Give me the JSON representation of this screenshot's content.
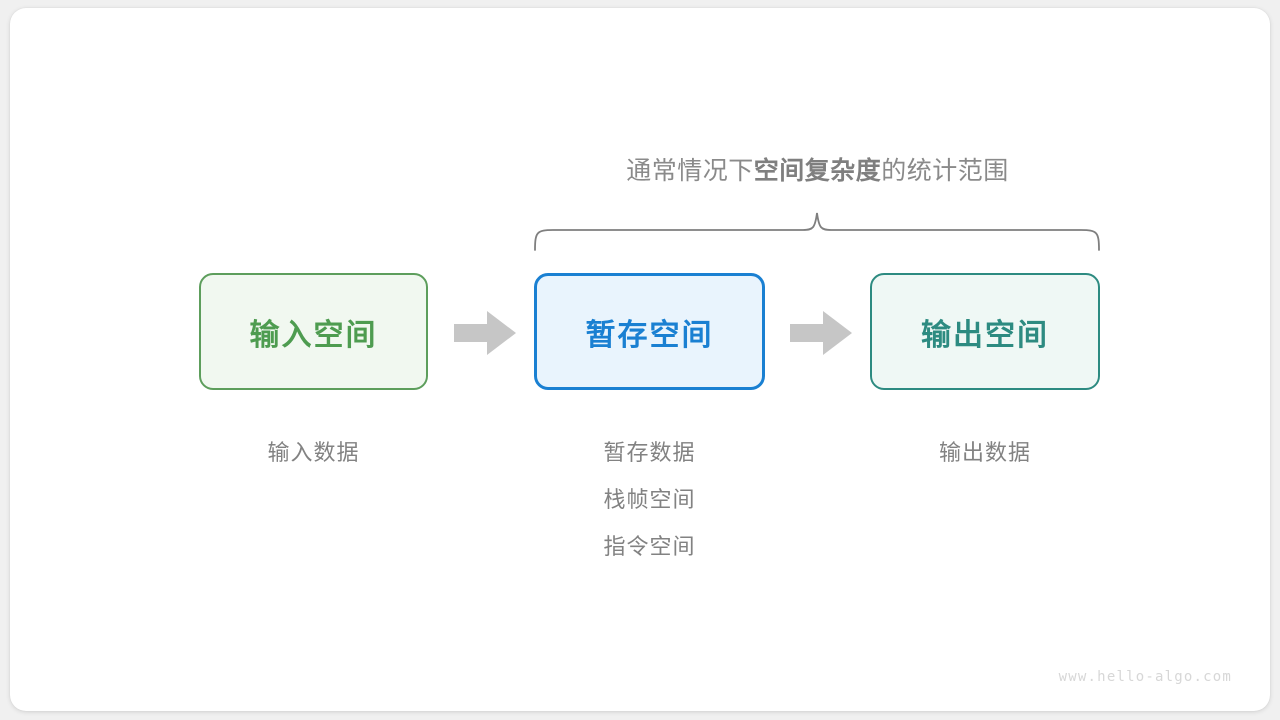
{
  "canvas": {
    "background": "#f0f0f0",
    "card_background": "#ffffff"
  },
  "scope": {
    "caption_prefix": "通常情况下",
    "caption_strong": "空间复杂度",
    "caption_suffix": "的统计范围",
    "brace_color": "#7f7f7f",
    "brace_covers": [
      "暂存空间",
      "输出空间"
    ]
  },
  "flow": {
    "boxes": [
      {
        "id": "input",
        "label": "输入空间",
        "border_color": "#5d9e5c",
        "fill_color": "#f1f8f0",
        "text_color": "#4e9c50"
      },
      {
        "id": "temp",
        "label": "暂存空间",
        "border_color": "#1a80d2",
        "fill_color": "#e9f4fd",
        "text_color": "#1a80d2"
      },
      {
        "id": "output",
        "label": "输出空间",
        "border_color": "#2d8b81",
        "fill_color": "#eff8f5",
        "text_color": "#2d8b81"
      }
    ],
    "arrows": [
      {
        "id": "arrow-1",
        "direction": "right",
        "color": "#c6c6c6"
      },
      {
        "id": "arrow-2",
        "direction": "right",
        "color": "#c6c6c6"
      }
    ],
    "captions": [
      {
        "id": "input",
        "lines": [
          "输入数据"
        ]
      },
      {
        "id": "temp",
        "lines": [
          "暂存数据",
          "栈帧空间",
          "指令空间"
        ]
      },
      {
        "id": "output",
        "lines": [
          "输出数据"
        ]
      }
    ],
    "caption_color": "#828282"
  },
  "watermark": {
    "text": "www.hello-algo.com",
    "color": "#d7d7d7"
  }
}
